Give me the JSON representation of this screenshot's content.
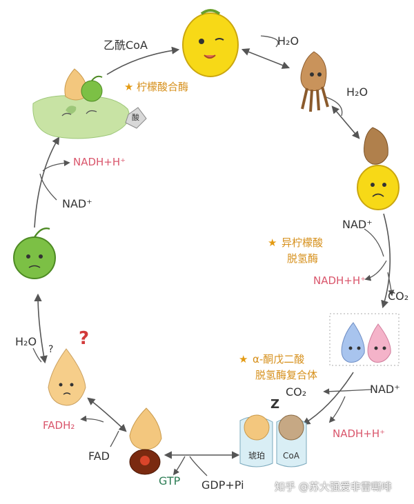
{
  "cycle": {
    "labels": {
      "acetyl_coa": "乙酰CoA",
      "citrate_synthase": "柠檬酸合酶",
      "oxaloacetate_tag": "酸",
      "h2o_1": "H₂O",
      "h2o_2": "H₂O",
      "nad_1": "NAD⁺",
      "isocitrate_dh_1": "异柠檬酸",
      "isocitrate_dh_2": "脱氢酶",
      "nadh_1": "NADH+H⁺",
      "co2_1": "CO₂",
      "akg_dh_1": "α-酮戊二酸",
      "akg_dh_2": "脱氢酶复合体",
      "nad_2": "NAD⁺",
      "co2_2": "CO₂",
      "nadh_2": "NADH+H⁺",
      "zzz": "Z",
      "succinyl": "琥珀",
      "coa": "CoA",
      "gdp_pi": "GDP+Pi",
      "gtp": "GTP",
      "fad": "FAD",
      "fadh2": "FADH₂",
      "h2o_3": "H₂O",
      "nad_3": "NAD⁺",
      "nadh_3": "NADH+H⁺",
      "star": "★",
      "question": "?",
      "question_small": "?"
    },
    "watermark": "知乎 @苏大强爱非雷嘶啡"
  }
}
